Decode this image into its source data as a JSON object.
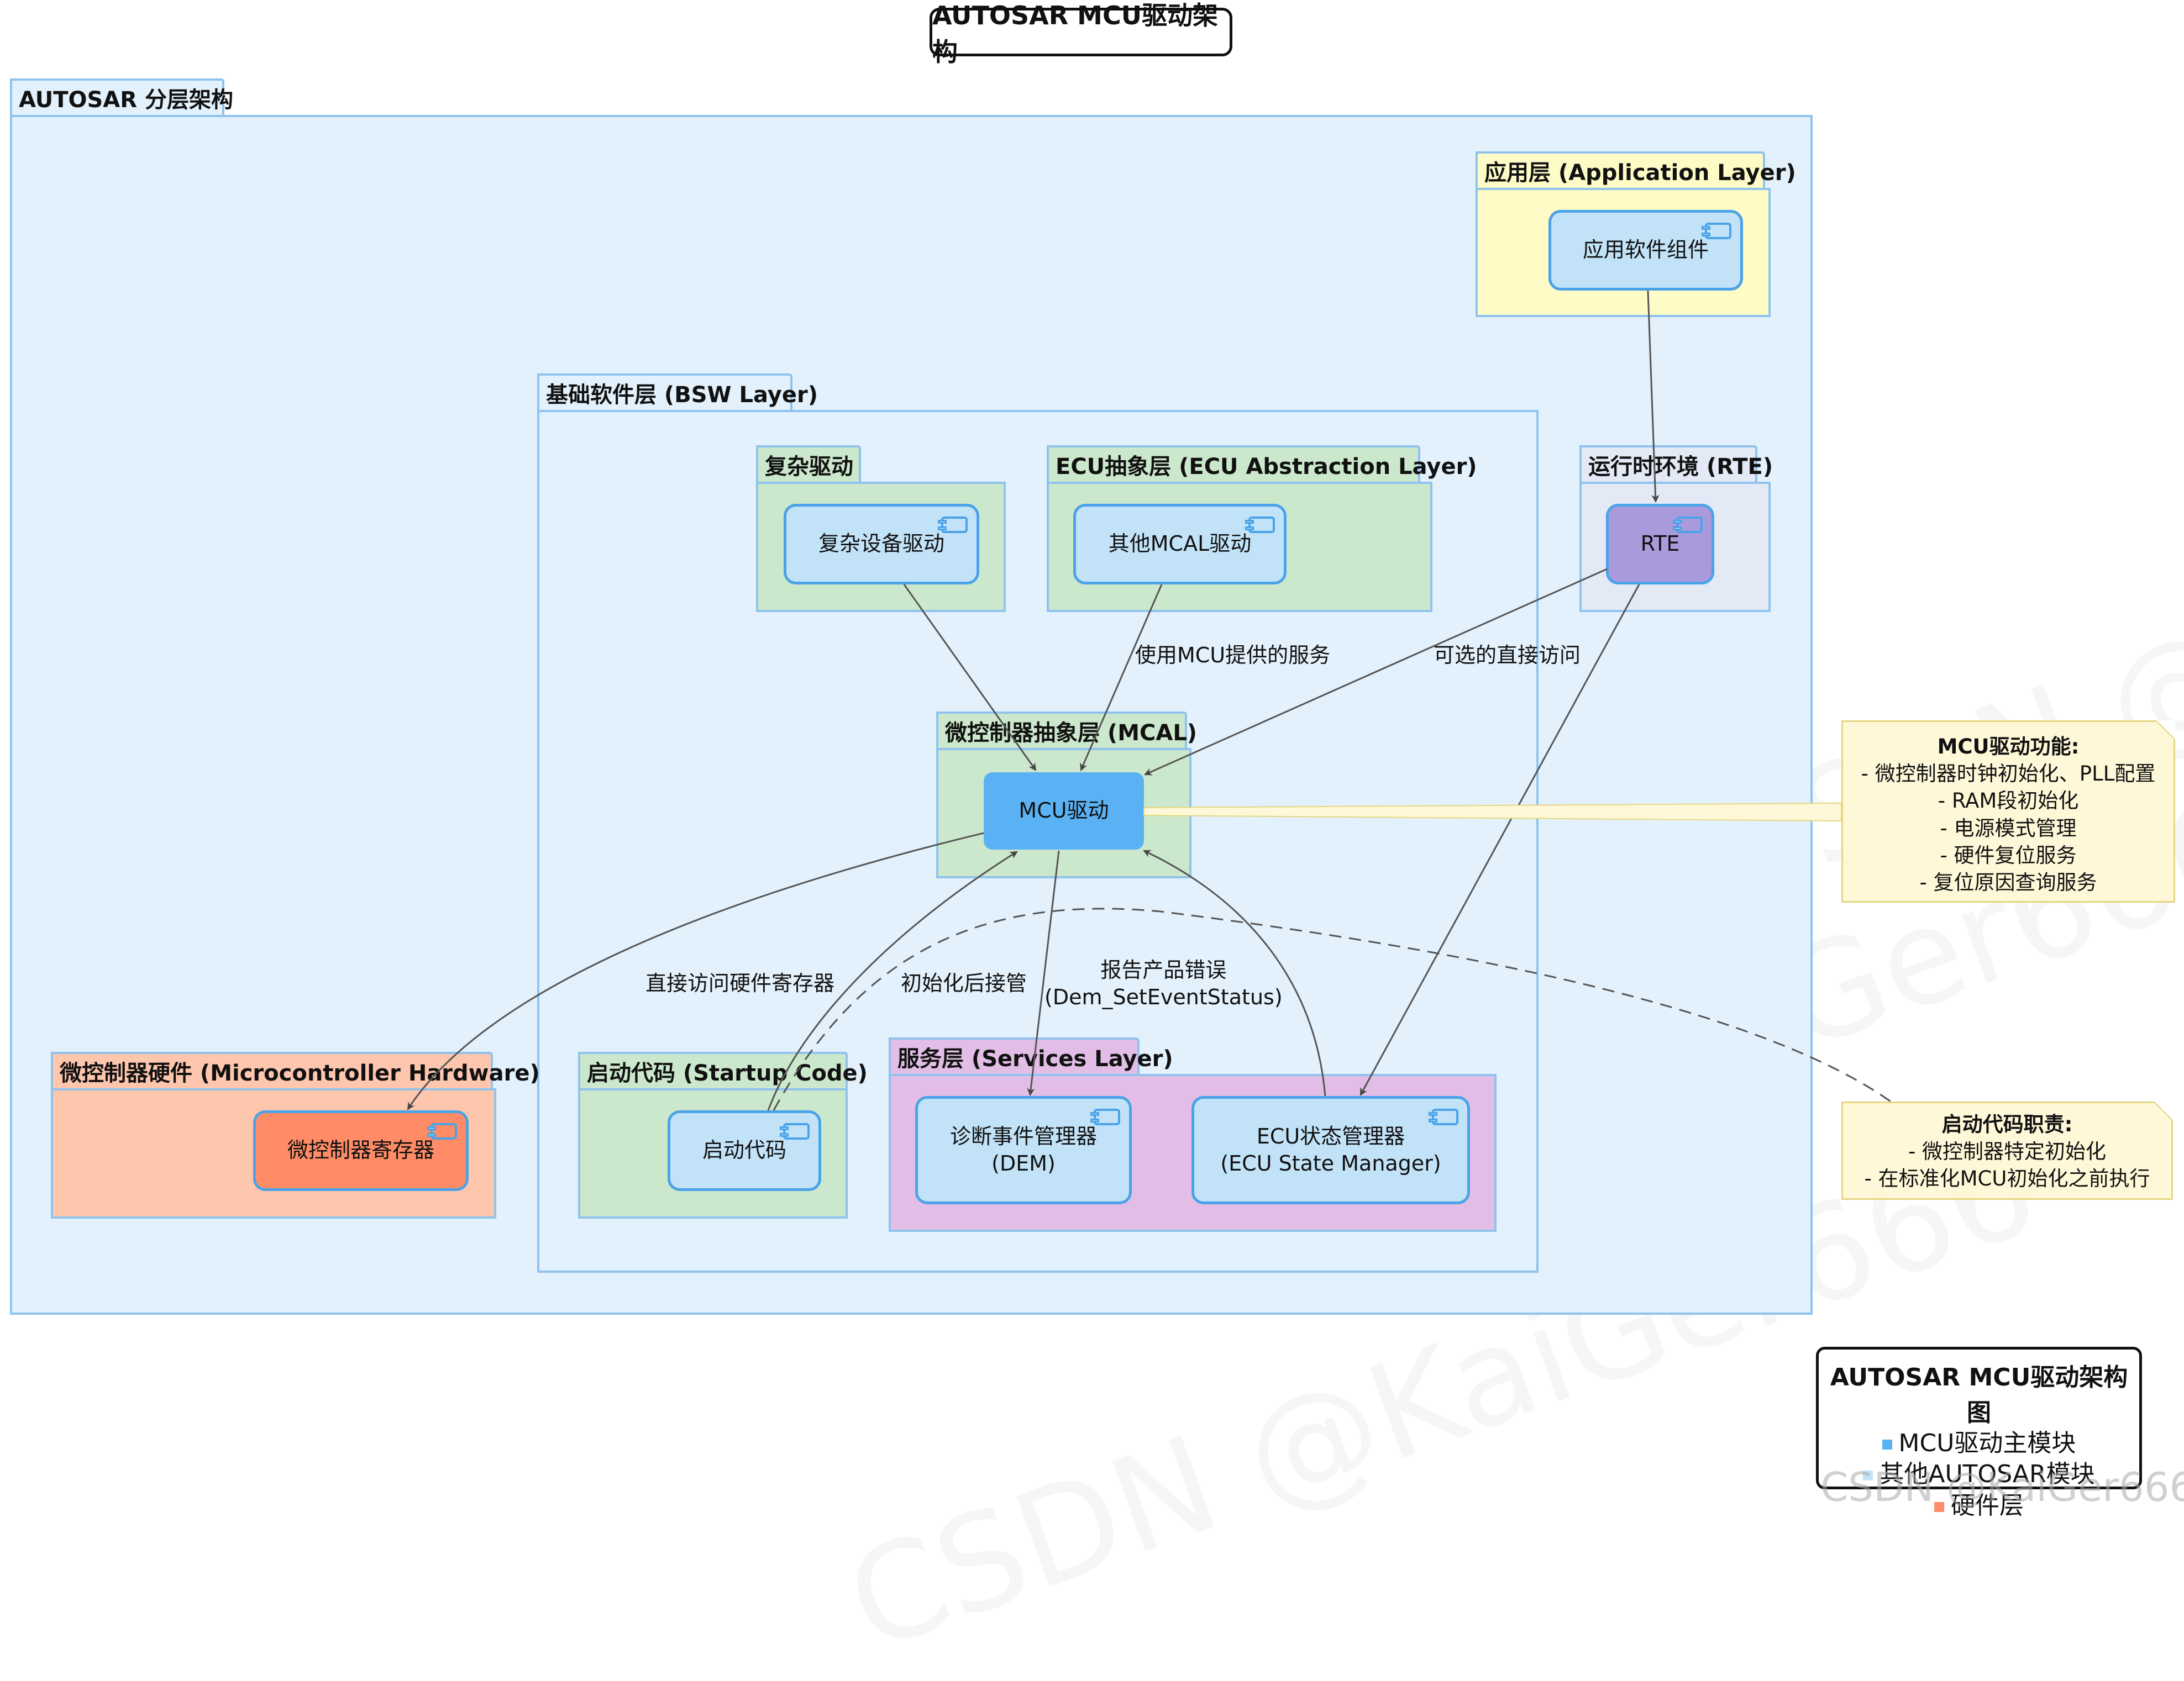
{
  "title": "AUTOSAR MCU驱动架构",
  "packages": {
    "autosar": "AUTOSAR 分层架构",
    "app": "应用层 (Application Layer)",
    "bsw": "基础软件层 (BSW Layer)",
    "cdd": "复杂驱动",
    "ecual": "ECU抽象层 (ECU Abstraction Layer)",
    "rte": "运行时环境 (RTE)",
    "mcal": "微控制器抽象层 (MCAL)",
    "hw": "微控制器硬件 (Microcontroller Hardware)",
    "startup": "启动代码 (Startup Code)",
    "services": "服务层 (Services Layer)"
  },
  "components": {
    "swc": "应用软件组件",
    "cdd_driver": "复杂设备驱动",
    "other_mcal": "其他MCAL驱动",
    "rte": "RTE",
    "mcu_driver": "MCU驱动",
    "mcu_registers": "微控制器寄存器",
    "startup_code": "启动代码",
    "dem_line1": "诊断事件管理器",
    "dem_line2": "(DEM)",
    "ecum_line1": "ECU状态管理器",
    "ecum_line2": "(ECU State Manager)"
  },
  "edge_labels": {
    "use_mcu_services": "使用MCU提供的服务",
    "optional_direct": "可选的直接访问",
    "direct_hw_access": "直接访问硬件寄存器",
    "handover_after_init": "初始化后接管",
    "report_error_line1": "报告产品错误",
    "report_error_line2": "(Dem_SetEventStatus)"
  },
  "notes": {
    "mcu_functions": {
      "title": "MCU驱动功能:",
      "lines": [
        "- 微控制器时钟初始化、PLL配置",
        "- RAM段初始化",
        "- 电源模式管理",
        "- 硬件复位服务",
        "- 复位原因查询服务"
      ]
    },
    "startup_duties": {
      "title": "启动代码职责:",
      "lines": [
        "- 微控制器特定初始化",
        "- 在标准化MCU初始化之前执行"
      ]
    }
  },
  "legend": {
    "title": "AUTOSAR MCU驱动架构图",
    "items": [
      {
        "label": "MCU驱动主模块",
        "color": "#5ab2f5"
      },
      {
        "label": "其他AUTOSAR模块",
        "color": "#c2e2f8"
      },
      {
        "label": "硬件层",
        "color": "#ff8c66"
      }
    ]
  },
  "colors": {
    "outer_fill": "#e3f1fc",
    "app_fill": "#fffbc6",
    "layer_green": "#cce8cc",
    "rte_fill": "#e4e9f6",
    "hw_fill": "#ffc6ae",
    "services_fill": "#e2bee6",
    "component_fill": "#c2e2f8",
    "mcu_fill": "#5ab2f5",
    "rte_comp_fill": "#a99adb",
    "register_fill": "#ff8c66",
    "border": "#8fc3ee"
  },
  "watermark": "CSDN @KaiGer666"
}
